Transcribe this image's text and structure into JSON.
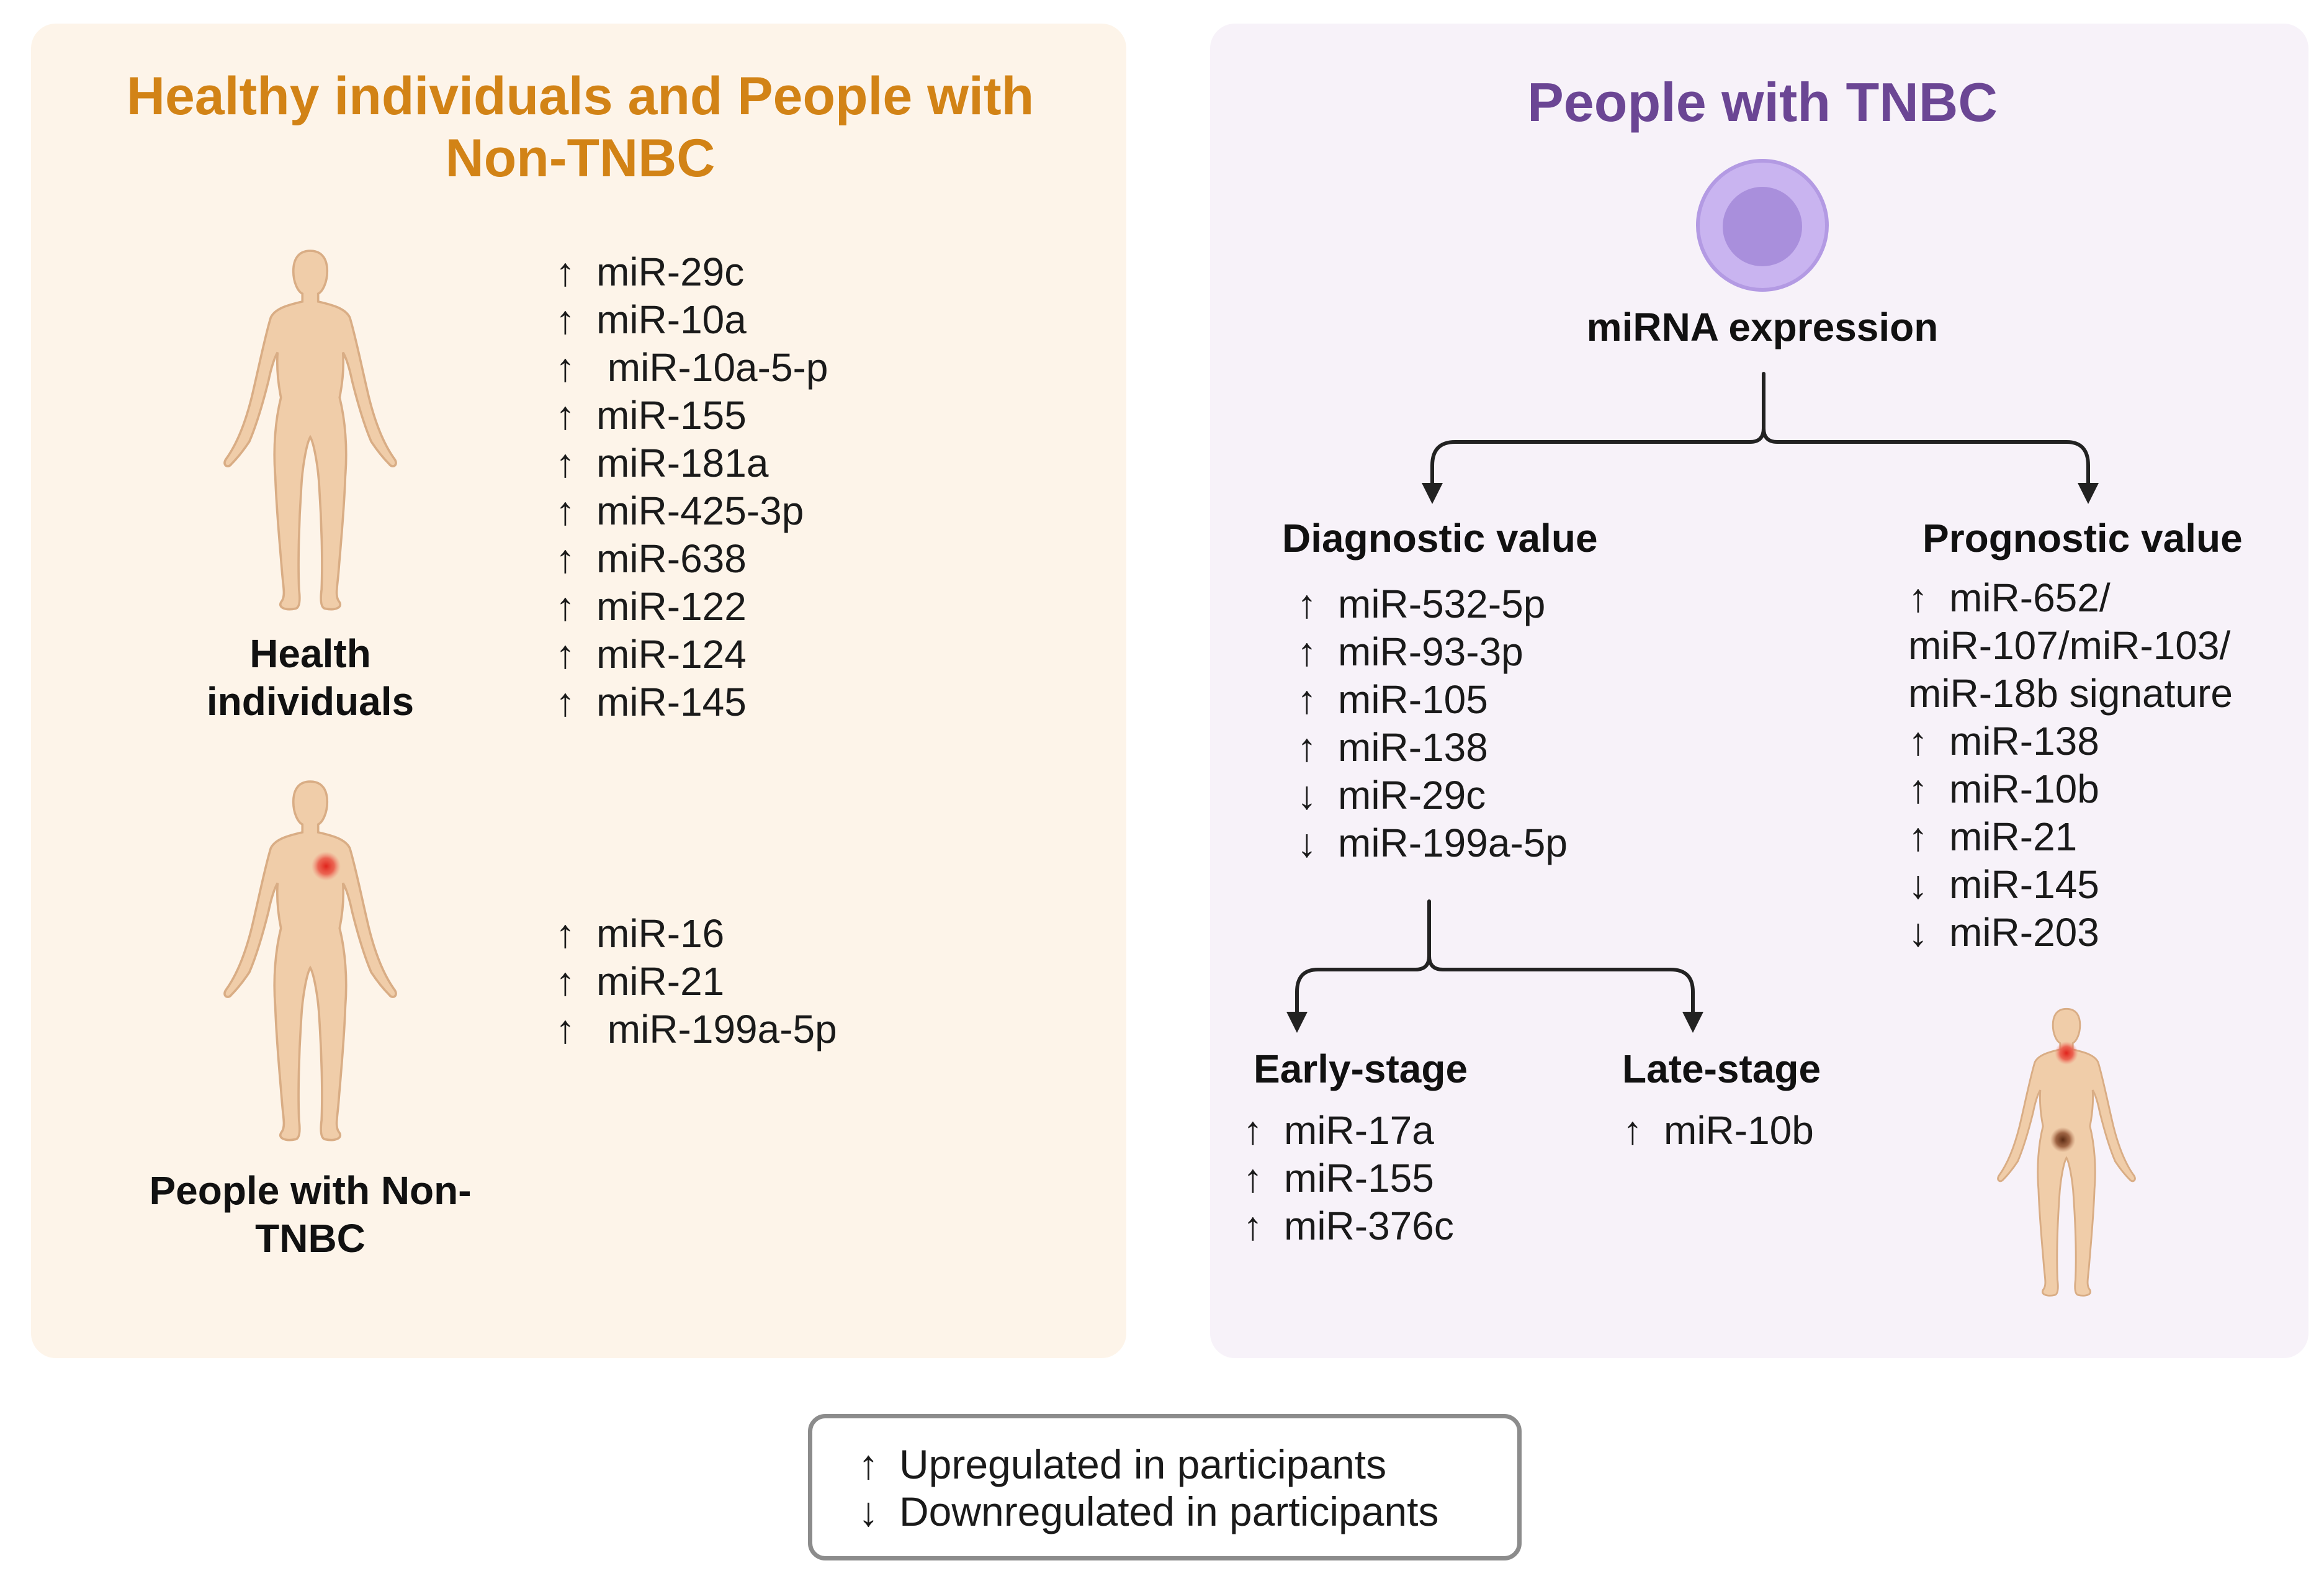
{
  "left": {
    "title_line1": "Healthy individuals and People with",
    "title_line2": "Non-TNBC",
    "healthy": {
      "caption_line1": "Health",
      "caption_line2": "individuals",
      "mirnas": [
        {
          "arrow": "↑",
          "name": "miR-29c"
        },
        {
          "arrow": "↑",
          "name": "miR-10a"
        },
        {
          "arrow": "↑",
          "name": " miR-10a-5-p"
        },
        {
          "arrow": "↑",
          "name": "miR-155"
        },
        {
          "arrow": "↑",
          "name": "miR-181a"
        },
        {
          "arrow": "↑",
          "name": "miR-425-3p"
        },
        {
          "arrow": "↑",
          "name": "miR-638"
        },
        {
          "arrow": "↑",
          "name": "miR-122"
        },
        {
          "arrow": "↑",
          "name": "miR-124"
        },
        {
          "arrow": "↑",
          "name": "miR-145"
        }
      ]
    },
    "non_tnbc": {
      "caption_line1": "People with Non-",
      "caption_line2": "TNBC",
      "mirnas": [
        {
          "arrow": "↑",
          "name": "miR-16"
        },
        {
          "arrow": "↑",
          "name": "miR-21"
        },
        {
          "arrow": "↑",
          "name": " miR-199a-5p"
        }
      ]
    }
  },
  "right": {
    "title": "People with TNBC",
    "cell_label": "miRNA expression",
    "diagnostic": {
      "heading": "Diagnostic value",
      "mirnas": [
        {
          "arrow": "↑",
          "name": "miR-532-5p"
        },
        {
          "arrow": "↑",
          "name": "miR-93-3p"
        },
        {
          "arrow": "↑",
          "name": "miR-105"
        },
        {
          "arrow": "↑",
          "name": "miR-138"
        },
        {
          "arrow": "↓",
          "name": "miR-29c"
        },
        {
          "arrow": "↓",
          "name": "miR-199a-5p"
        }
      ]
    },
    "prognostic": {
      "heading": "Prognostic value",
      "signature_arrow": "↑",
      "signature_line1": "miR-652/",
      "signature_line2": "miR-107/miR-103/",
      "signature_line3": "miR-18b signature",
      "mirnas": [
        {
          "arrow": "↑",
          "name": "miR-138"
        },
        {
          "arrow": "↑",
          "name": "miR-10b"
        },
        {
          "arrow": "↑",
          "name": "miR-21"
        },
        {
          "arrow": "↓",
          "name": "miR-145"
        },
        {
          "arrow": "↓",
          "name": "miR-203"
        }
      ]
    },
    "early": {
      "heading": "Early-stage",
      "mirnas": [
        {
          "arrow": "↑",
          "name": "miR-17a"
        },
        {
          "arrow": "↑",
          "name": "miR-155"
        },
        {
          "arrow": "↑",
          "name": "miR-376c"
        }
      ]
    },
    "late": {
      "heading": "Late-stage",
      "mirnas": [
        {
          "arrow": "↑",
          "name": "miR-10b"
        }
      ]
    }
  },
  "legend": {
    "items": [
      {
        "arrow": "↑",
        "name": "Upregulated in participants"
      },
      {
        "arrow": "↓",
        "name": "Downregulated in participants"
      }
    ]
  },
  "colors": {
    "left_title": "#d28316",
    "right_title": "#6b4694",
    "left_panel_bg": "#fdf4e9",
    "right_panel_bg": "#f7f2f9",
    "body_fill": "#f0cda9",
    "body_stroke": "#d9ad85",
    "tumor": "#e23a2e",
    "tumor_dark": "#7a3a22",
    "cell_outer": "#c7b2ef",
    "cell_inner": "#a88fd9"
  },
  "icons": [
    "human-body-icon",
    "tumor-spot-icon",
    "cell-icon",
    "branch-arrow-icon"
  ]
}
